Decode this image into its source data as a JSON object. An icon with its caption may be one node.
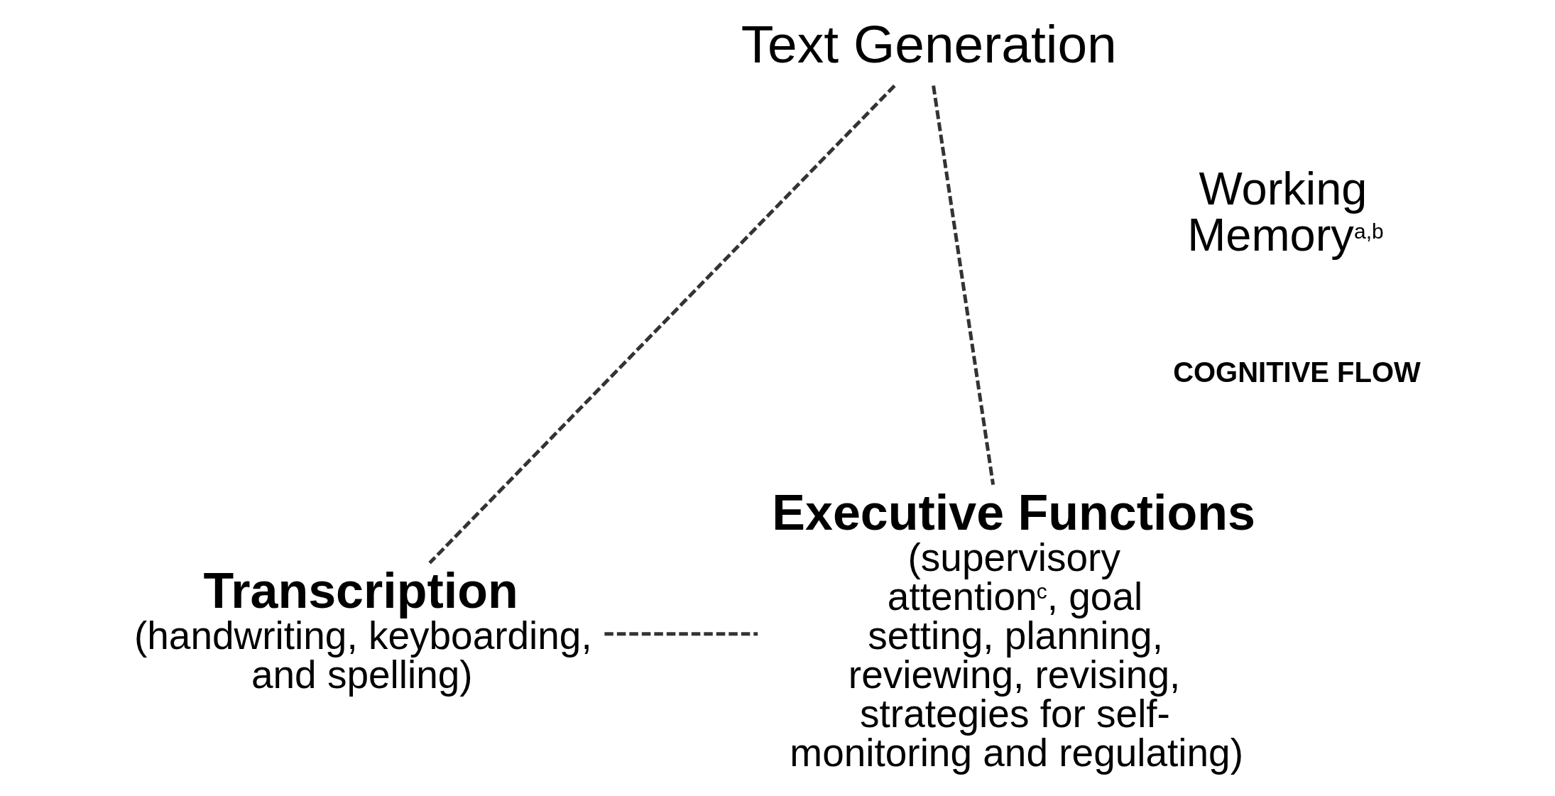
{
  "diagram": {
    "nodes": [
      {
        "text": [
          "Text Generation"
        ]
      },
      {
        "text": [
          "Transcription",
          "(handwriting, keyboarding, and spelling)"
        ]
      },
      {
        "text": [
          "Executive Functions",
          "(supervisory attention$^{c}$, goal setting, planning, reviewing, revising, strategies for self-monitoring and regulating)"
        ]
      }
    ],
    "edges": [
      {
        "from": 0,
        "to": 1,
        "arrow": "none",
        "style": "dashed"
      },
      {
        "from": 0,
        "to": 2,
        "arrow": "none",
        "style": "dashed"
      },
      {
        "from": 1,
        "to": 2,
        "arrow": "none",
        "style": "dashed"
      }
    ],
    "labels": [
      "Working Memory$^{a,b}$",
      "COGNITIVE FLOW"
    ]
  }
}
